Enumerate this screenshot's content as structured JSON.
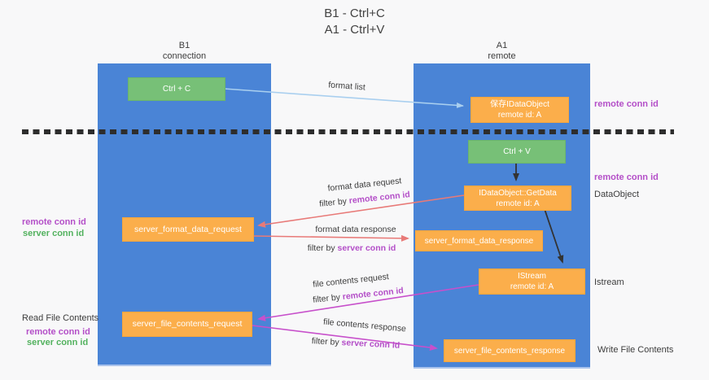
{
  "title": {
    "line1": "B1 - Ctrl+C",
    "line2": "A1 - Ctrl+V"
  },
  "columns": {
    "b1": {
      "name": "B1",
      "subtitle": "connection"
    },
    "a1": {
      "name": "A1",
      "subtitle": "remote"
    }
  },
  "boxes": {
    "ctrl_c": {
      "label": "Ctrl + C"
    },
    "ctrl_v": {
      "label": "Ctrl + V"
    },
    "save_dataobject": {
      "line1": "保存IDataObject",
      "line2": "remote id: A"
    },
    "getdata": {
      "line1": "IDataObject::GetData",
      "line2": "remote id: A"
    },
    "server_format_data_request": {
      "label": "server_format_data_request"
    },
    "server_format_data_response": {
      "label": "server_format_data_response"
    },
    "istream": {
      "line1": "IStream",
      "line2": "remote id: A"
    },
    "server_file_contents_request": {
      "label": "server_file_contents_request"
    },
    "server_file_contents_response": {
      "label": "server_file_contents_response"
    }
  },
  "flow_labels": {
    "format_list": "format list",
    "format_data_request": "format data request",
    "format_data_response": "format data response",
    "file_contents_request": "file contents request",
    "file_contents_response": "file contents response",
    "filter_by": "filter by",
    "remote_conn_id": "remote conn id",
    "server_conn_id": "server conn id"
  },
  "annotations": {
    "right": {
      "remote_conn_id_top": "remote conn id",
      "remote_conn_id_mid": "remote conn id",
      "dataobject": "DataObject",
      "istream": "Istream",
      "write_file_contents": "Write File Contents"
    },
    "left": {
      "remote_conn_id_format": "remote conn id",
      "server_conn_id_format": "server conn id",
      "read_file_contents": "Read File Contents",
      "remote_conn_id_file": "remote conn id",
      "server_conn_id_file": "server conn id"
    }
  },
  "colors": {
    "column_blue": "#4a84d6",
    "box_green": "#77c077",
    "box_orange": "#fbae4b",
    "arrow_salmon": "#e87a78",
    "arrow_magenta": "#c750cb",
    "arrow_lightblue": "#a9cfef",
    "arrow_black": "#333333",
    "conn_id_purple": "#b44fc8",
    "conn_id_green": "#53b25f",
    "text_dark": "#3d3d3d",
    "background": "#f8f8f9"
  }
}
